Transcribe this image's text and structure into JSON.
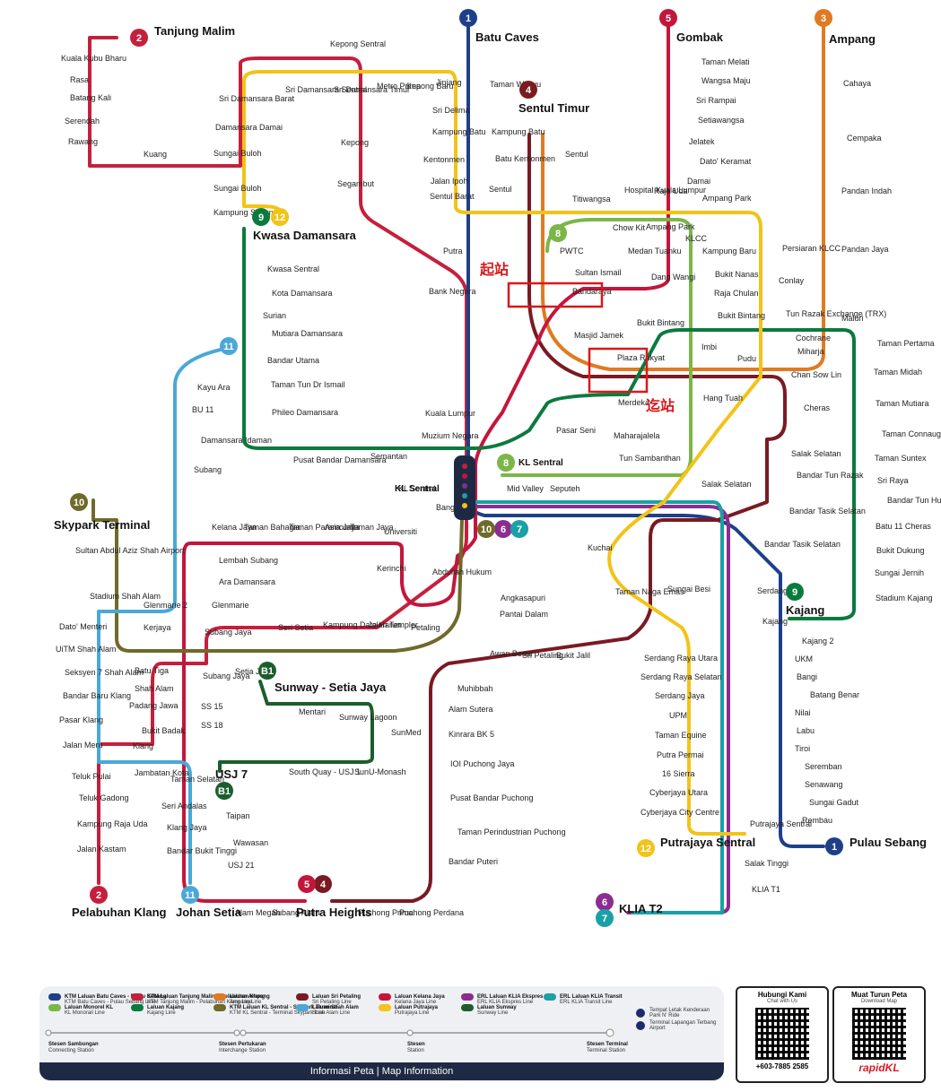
{
  "lines": [
    {
      "id": "1",
      "color": "#1e3f8a",
      "name": "KTM Laluan Batu Caves - Pulau Sebang",
      "sub": "KTM Batu Caves - Pulau Sebang Line"
    },
    {
      "id": "2",
      "color": "#c4203d",
      "name": "KTM Laluan Tanjung Malim - Pelabuhan Klang",
      "sub": "KTM Tanjung Malim - Pelabuhan Klang Line"
    },
    {
      "id": "3",
      "color": "#e07b22",
      "name": "Laluan Ampang",
      "sub": "Ampang Line"
    },
    {
      "id": "4",
      "color": "#7a1a22",
      "name": "Laluan Sri Petaling",
      "sub": "Sri Petaling Line"
    },
    {
      "id": "5",
      "color": "#c4163b",
      "name": "Laluan Kelana Jaya",
      "sub": "Kelana Jaya Line"
    },
    {
      "id": "6",
      "color": "#8b2c8f",
      "name": "ERL Laluan KLIA Ekspres",
      "sub": "ERL KLIA Ekspres Line"
    },
    {
      "id": "7",
      "color": "#1ba0a5",
      "name": "ERL Laluan KLIA Transit",
      "sub": "ERL KLIA Transit Line"
    },
    {
      "id": "8",
      "color": "#7ab648",
      "name": "Laluan Monorel KL",
      "sub": "KL Monorail Line"
    },
    {
      "id": "9",
      "color": "#0b7a3f",
      "name": "Laluan Kajang",
      "sub": "Kajang Line"
    },
    {
      "id": "10",
      "color": "#6f6a2a",
      "name": "KTM Laluan KL Sentral - Skypark Terminal",
      "sub": "KTM KL Sentral - Terminal Skypark Line"
    },
    {
      "id": "11",
      "color": "#4aa8d8",
      "name": "Laluan Shah Alam",
      "sub": "Shah Alam Line"
    },
    {
      "id": "12",
      "color": "#f2c318",
      "name": "Laluan Putrajaya",
      "sub": "Putrajaya Line"
    },
    {
      "id": "B1",
      "color": "#1b5e2c",
      "name": "Laluan Sunway",
      "sub": "Sunway Line"
    }
  ],
  "terminals": {
    "tanjung_malim": "Tanjung Malim",
    "batu_caves": "Batu Caves",
    "gombak": "Gombak",
    "ampang": "Ampang",
    "sentul_timur": "Sentul Timur",
    "kwasa_damansara": "Kwasa Damansara",
    "skypark": "Skypark Terminal",
    "kajang": "Kajang",
    "pulau_sebang": "Pulau Sebang",
    "putrajaya_sentral": "Putrajaya Sentral",
    "klia_t2": "KLIA T2",
    "putra_heights": "Putra Heights",
    "johan_setia": "Johan Setia",
    "pelabuhan_klang": "Pelabuhan Klang",
    "sunway_setia_jaya": "Sunway - Setia Jaya",
    "usj7": "USJ 7",
    "kl_sentral": "KL Sentral",
    "kl_sentral_mono": "KL Sentral"
  },
  "annotations": {
    "start": "起站",
    "end": "迄站"
  },
  "stations": [
    [
      "Kuala Kubu Bharu",
      68,
      68
    ],
    [
      "Rasa",
      78,
      92
    ],
    [
      "Batang Kali",
      78,
      112
    ],
    [
      "Serendah",
      72,
      138
    ],
    [
      "Rawang",
      76,
      161
    ],
    [
      "Kuang",
      160,
      175
    ],
    [
      "Sungai Buloh",
      238,
      174
    ],
    [
      "Sungai Buloh",
      238,
      213
    ],
    [
      "Kampung Selamat",
      238,
      240
    ],
    [
      "Kepong Sentral",
      368,
      52
    ],
    [
      "Sri Damansara Barat",
      244,
      113
    ],
    [
      "Damansara Damai",
      240,
      145
    ],
    [
      "Sri Damansara Sentral",
      318,
      103
    ],
    [
      "Sri Damansara Timur",
      372,
      103
    ],
    [
      "Metro Prima",
      420,
      99
    ],
    [
      "Kepong Baru",
      453,
      99
    ],
    [
      "Jinjang",
      486,
      95
    ],
    [
      "Kepong",
      380,
      162
    ],
    [
      "Segambut",
      376,
      208
    ],
    [
      "Sri Delima",
      482,
      126
    ],
    [
      "Kampung Batu",
      482,
      150
    ],
    [
      "Kentonmen",
      472,
      181
    ],
    [
      "Jalan Ipoh",
      480,
      205
    ],
    [
      "Sentul Barat",
      479,
      222
    ],
    [
      "Taman Wahyu",
      546,
      97
    ],
    [
      "Kampung Batu",
      548,
      150
    ],
    [
      "Batu Kentonmen",
      552,
      180
    ],
    [
      "Sentul",
      545,
      214
    ],
    [
      "Putra",
      494,
      283
    ],
    [
      "Bank Negara",
      478,
      328
    ],
    [
      "Sentul",
      630,
      175
    ],
    [
      "Titiwangsa",
      638,
      225
    ],
    [
      "PWTC",
      624,
      283
    ],
    [
      "Sultan Ismail",
      641,
      307
    ],
    [
      "Bandaraya",
      638,
      328
    ],
    [
      "Chow Kit",
      683,
      257
    ],
    [
      "Medan Tuanku",
      700,
      283
    ],
    [
      "Hospital Kuala Lumpur",
      696,
      215
    ],
    [
      "Raja Uda",
      729,
      216
    ],
    [
      "Ampang Park",
      720,
      256
    ],
    [
      "Dang Wangi",
      726,
      312
    ],
    [
      "Masjid Jamek",
      640,
      377
    ],
    [
      "Plaza Rakyat",
      688,
      402
    ],
    [
      "Merdeka",
      689,
      452
    ],
    [
      "Hang Tuah",
      784,
      447
    ],
    [
      "Pasar Seni",
      620,
      483
    ],
    [
      "Maharajalela",
      684,
      489
    ],
    [
      "Tun Sambanthan",
      690,
      514
    ],
    [
      "Kuala Lumpur",
      474,
      464
    ],
    [
      "Muzium Negara",
      470,
      489
    ],
    [
      "Taman Melati",
      782,
      72
    ],
    [
      "Wangsa Maju",
      782,
      93
    ],
    [
      "Sri Rampai",
      776,
      115
    ],
    [
      "Setiawangsa",
      778,
      137
    ],
    [
      "Jelatek",
      768,
      161
    ],
    [
      "Dato' Keramat",
      780,
      183
    ],
    [
      "Damai",
      766,
      205
    ],
    [
      "Ampang Park",
      783,
      224
    ],
    [
      "KLCC",
      764,
      269
    ],
    [
      "Kampung Baru",
      783,
      283
    ],
    [
      "Bukit Nanas",
      797,
      309
    ],
    [
      "Raja Chulan",
      796,
      330
    ],
    [
      "Bukit Bintang",
      800,
      355
    ],
    [
      "Imbi",
      782,
      390
    ],
    [
      "Bukit Bintang",
      710,
      363
    ],
    [
      "Pudu",
      822,
      403
    ],
    [
      "Chan Sow Lin",
      882,
      421
    ],
    [
      "Cheras",
      896,
      458
    ],
    [
      "Persiaran KLCC",
      872,
      280
    ],
    [
      "Conlay",
      868,
      316
    ],
    [
      "Tun Razak Exchange (TRX)",
      876,
      353
    ],
    [
      "Maluri",
      938,
      358
    ],
    [
      "Cochrane",
      887,
      380
    ],
    [
      "Miharja",
      889,
      395
    ],
    [
      "Cahaya",
      940,
      96
    ],
    [
      "Cempaka",
      944,
      157
    ],
    [
      "Pandan Indah",
      938,
      216
    ],
    [
      "Pandan Jaya",
      938,
      281
    ],
    [
      "Kwasa Sentral",
      298,
      303
    ],
    [
      "Kota Damansara",
      303,
      330
    ],
    [
      "Surian",
      293,
      355
    ],
    [
      "Mutiara Damansara",
      303,
      375
    ],
    [
      "Bandar Utama",
      298,
      405
    ],
    [
      "Taman Tun Dr Ismail",
      302,
      432
    ],
    [
      "Phileo Damansara",
      303,
      463
    ],
    [
      "Pusat Bandar Damansara",
      327,
      516
    ],
    [
      "Semantan",
      413,
      512
    ],
    [
      "KL Sentral",
      444,
      548
    ],
    [
      "Kayu Ara",
      220,
      435
    ],
    [
      "BU 11",
      214,
      460
    ],
    [
      "Damansara Idaman",
      224,
      494
    ],
    [
      "Subang",
      216,
      527
    ],
    [
      "Taman Pertama",
      978,
      386
    ],
    [
      "Taman Midah",
      974,
      418
    ],
    [
      "Taman Mutiara",
      976,
      453
    ],
    [
      "Taman Connaught",
      983,
      487
    ],
    [
      "Taman Suntex",
      975,
      514
    ],
    [
      "Sri Raya",
      978,
      539
    ],
    [
      "Bandar Tun Hussein Onn",
      989,
      561
    ],
    [
      "Batu 11 Cheras",
      976,
      590
    ],
    [
      "Bukit Dukung",
      977,
      617
    ],
    [
      "Sungai Jernih",
      975,
      642
    ],
    [
      "Stadium Kajang",
      976,
      670
    ],
    [
      "Salak Selatan",
      882,
      509
    ],
    [
      "Bandar Tun Razak",
      888,
      533
    ],
    [
      "Bandar Tasik Selatan",
      880,
      573
    ],
    [
      "Bandar Tasik Selatan",
      852,
      610
    ],
    [
      "Serdang",
      844,
      662
    ],
    [
      "Kajang",
      850,
      696
    ],
    [
      "Kajang 2",
      894,
      718
    ],
    [
      "UKM",
      886,
      738
    ],
    [
      "Bangi",
      888,
      758
    ],
    [
      "Batang Benar",
      903,
      778
    ],
    [
      "Nilai",
      886,
      798
    ],
    [
      "Labu",
      888,
      818
    ],
    [
      "Tiroi",
      886,
      838
    ],
    [
      "Seremban",
      897,
      858
    ],
    [
      "Senawang",
      897,
      878
    ],
    [
      "Sungai Gadut",
      902,
      898
    ],
    [
      "Rembau",
      894,
      918
    ],
    [
      "Mid Valley",
      565,
      548
    ],
    [
      "Seputeh",
      613,
      548
    ],
    [
      "Salak Selatan",
      782,
      543
    ],
    [
      "Kuchai",
      655,
      614
    ],
    [
      "Taman Naga Emas",
      686,
      663
    ],
    [
      "Sungai Besi",
      744,
      660
    ],
    [
      "Serdang Raya Utara",
      718,
      737
    ],
    [
      "Serdang Raya Selatan",
      714,
      758
    ],
    [
      "Serdang Jaya",
      730,
      779
    ],
    [
      "UPM",
      746,
      801
    ],
    [
      "Taman Equine",
      730,
      823
    ],
    [
      "Putra Permai",
      732,
      845
    ],
    [
      "16 Sierra",
      738,
      866
    ],
    [
      "Cyberjaya Utara",
      724,
      887
    ],
    [
      "Cyberjaya City Centre",
      714,
      909
    ],
    [
      "Putrajaya Sentral",
      836,
      922
    ],
    [
      "Salak Tinggi",
      830,
      966
    ],
    [
      "KLIA T1",
      838,
      995
    ],
    [
      "Bangsar",
      486,
      569
    ],
    [
      "Abdullah Hukum",
      482,
      641
    ],
    [
      "Kerinchi",
      420,
      637
    ],
    [
      "Kelana Jaya",
      236,
      591
    ],
    [
      "Taman Bahagia",
      272,
      591
    ],
    [
      "Taman Paramount",
      322,
      591
    ],
    [
      "Asia Jaya",
      362,
      591
    ],
    [
      "Taman Jaya",
      390,
      591
    ],
    [
      "Universiti",
      428,
      596
    ],
    [
      "Lembah Subang",
      244,
      628
    ],
    [
      "Ara Damansara",
      244,
      652
    ],
    [
      "Glenmarie",
      236,
      678
    ],
    [
      "Subang Jaya",
      228,
      708
    ],
    [
      "Seri Setia",
      310,
      703
    ],
    [
      "Kampung Dato Harun",
      360,
      700
    ],
    [
      "Jalan Templer",
      410,
      700
    ],
    [
      "Petaling",
      458,
      703
    ],
    [
      "Angkasapuri",
      558,
      670
    ],
    [
      "Pantai Dalam",
      557,
      688
    ],
    [
      "Awan Besar",
      546,
      732
    ],
    [
      "Sri Petaling",
      582,
      734
    ],
    [
      "Bukit Jalil",
      620,
      734
    ],
    [
      "Muhibbah",
      510,
      771
    ],
    [
      "Alam Sutera",
      500,
      794
    ],
    [
      "Kinrara BK 5",
      500,
      822
    ],
    [
      "IOI Puchong Jaya",
      502,
      855
    ],
    [
      "Pusat Bandar Puchong",
      502,
      893
    ],
    [
      "Taman Perindustrian Puchong",
      510,
      931
    ],
    [
      "Bandar Puteri",
      500,
      964
    ],
    [
      "Puchong Perdana",
      445,
      1021
    ],
    [
      "Puchong Prima",
      399,
      1021
    ],
    [
      "Subang Alam",
      303,
      1021
    ],
    [
      "Alam Megah",
      262,
      1021
    ],
    [
      "USJ 21",
      254,
      968
    ],
    [
      "Wawasan",
      260,
      943
    ],
    [
      "Taipan",
      252,
      913
    ],
    [
      "SS 18",
      224,
      812
    ],
    [
      "SS 15",
      224,
      791
    ],
    [
      "Subang Jaya",
      226,
      757
    ],
    [
      "Setia Jaya",
      262,
      752
    ],
    [
      "Mentari",
      333,
      797
    ],
    [
      "Sunway Lagoon",
      378,
      803
    ],
    [
      "SunMed",
      436,
      820
    ],
    [
      "South Quay - USJ 1",
      322,
      864
    ],
    [
      "SunU-Monash",
      395,
      864
    ],
    [
      "Stadium Shah Alam",
      100,
      668
    ],
    [
      "Glenmarie 2",
      160,
      678
    ],
    [
      "Kerjaya",
      160,
      703
    ],
    [
      "Dato' Menteri",
      66,
      702
    ],
    [
      "UiTM Shah Alam",
      62,
      727
    ],
    [
      "Seksyen 7 Shah Alam",
      72,
      753
    ],
    [
      "Bandar Baru Klang",
      70,
      779
    ],
    [
      "Pasar Klang",
      66,
      806
    ],
    [
      "Jalan Meru",
      70,
      834
    ],
    [
      "Batu Tiga",
      150,
      751
    ],
    [
      "Shah Alam",
      150,
      771
    ],
    [
      "Padang Jawa",
      144,
      790
    ],
    [
      "Bukit Badak",
      158,
      818
    ],
    [
      "Klang",
      148,
      835
    ],
    [
      "Jambatan Kota",
      150,
      865
    ],
    [
      "Taman Selatan",
      190,
      872
    ],
    [
      "Seri Andalas",
      180,
      902
    ],
    [
      "Klang Jaya",
      186,
      926
    ],
    [
      "Bandar Bukit Tinggi",
      186,
      952
    ],
    [
      "Teluk Pulai",
      80,
      869
    ],
    [
      "Teluk Gadong",
      88,
      893
    ],
    [
      "Kampung Raja Uda",
      86,
      922
    ],
    [
      "Jalan Kastam",
      86,
      950
    ],
    [
      "Sultan Abdul Aziz Shah Airport",
      84,
      617
    ]
  ],
  "legend": {
    "interchange": [
      {
        "label": "Stesen Sambungan",
        "sub": "Connecting Station"
      },
      {
        "label": "Stesen Pertukaran",
        "sub": "Interchange Station"
      },
      {
        "label": "Stesen",
        "sub": "Station"
      },
      {
        "label": "Stesen Terminal",
        "sub": "Terminal Station"
      }
    ],
    "park_ride": "Tempat Letak Kenderaan",
    "park_ride_sub": "Park N' Ride",
    "airport": "Terminal Lapangan Terbang",
    "airport_sub": "Airport",
    "footer": "Informasi Peta | Map Information"
  },
  "contact": {
    "title": "Hubungi Kami",
    "subtitle": "Chat with Us",
    "phone": "+603-7885 2585",
    "download_title": "Muat Turun Peta",
    "download_sub": "Download Map",
    "brand": "rapidKL"
  }
}
